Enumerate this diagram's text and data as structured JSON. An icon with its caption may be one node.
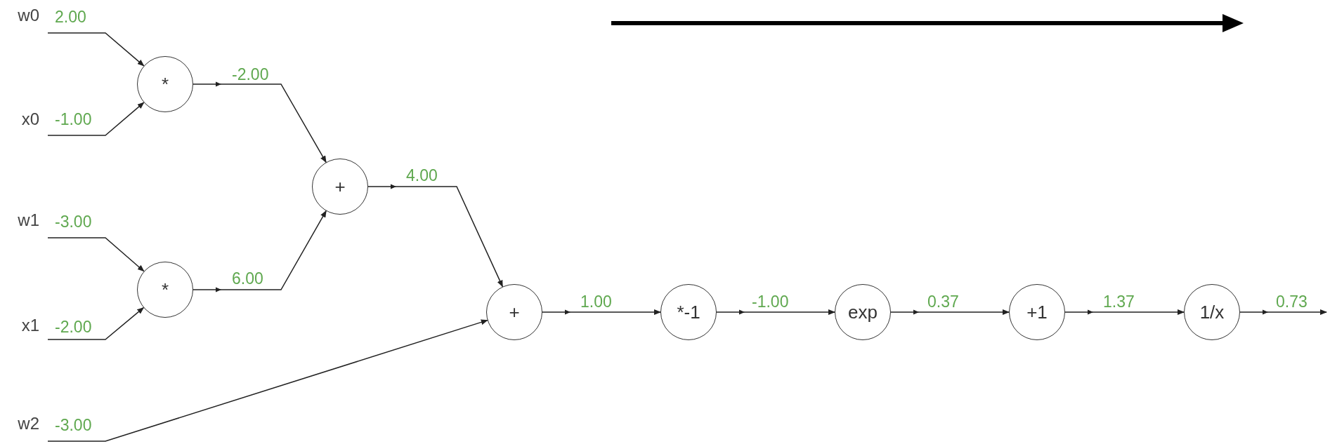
{
  "diagram": {
    "nodes": [
      {
        "text": [
          "w0"
        ]
      },
      {
        "text": [
          "x0"
        ]
      },
      {
        "text": [
          "w1"
        ]
      },
      {
        "text": [
          "x1"
        ]
      },
      {
        "text": [
          "w2"
        ]
      },
      {
        "text": [
          "*"
        ]
      },
      {
        "text": [
          "*"
        ]
      },
      {
        "text": [
          "+"
        ]
      },
      {
        "text": [
          "+"
        ]
      },
      {
        "text": [
          "*-1"
        ]
      },
      {
        "text": [
          "exp"
        ]
      },
      {
        "text": [
          "+1"
        ]
      },
      {
        "text": [
          "1/x"
        ]
      }
    ],
    "edges": [
      {
        "from": 0,
        "to": 5,
        "arrow": "to",
        "label": "2.00"
      },
      {
        "from": 1,
        "to": 5,
        "arrow": "to",
        "label": "-1.00"
      },
      {
        "from": 2,
        "to": 6,
        "arrow": "to",
        "label": "-3.00"
      },
      {
        "from": 3,
        "to": 6,
        "arrow": "to",
        "label": "-2.00"
      },
      {
        "from": 5,
        "to": 7,
        "arrow": "to",
        "label": "-2.00"
      },
      {
        "from": 6,
        "to": 7,
        "arrow": "to",
        "label": "6.00"
      },
      {
        "from": 7,
        "to": 8,
        "arrow": "to",
        "label": "4.00"
      },
      {
        "from": 4,
        "to": 8,
        "arrow": "to",
        "label": "-3.00"
      },
      {
        "from": 8,
        "to": 9,
        "arrow": "to",
        "label": "1.00"
      },
      {
        "from": 9,
        "to": 10,
        "arrow": "to",
        "label": "-1.00"
      },
      {
        "from": 10,
        "to": 11,
        "arrow": "to",
        "label": "0.37"
      },
      {
        "from": 11,
        "to": 12,
        "arrow": "to",
        "label": "1.37"
      },
      {
        "from": 12,
        "to": null,
        "arrow": "to",
        "label": "0.73"
      }
    ]
  }
}
